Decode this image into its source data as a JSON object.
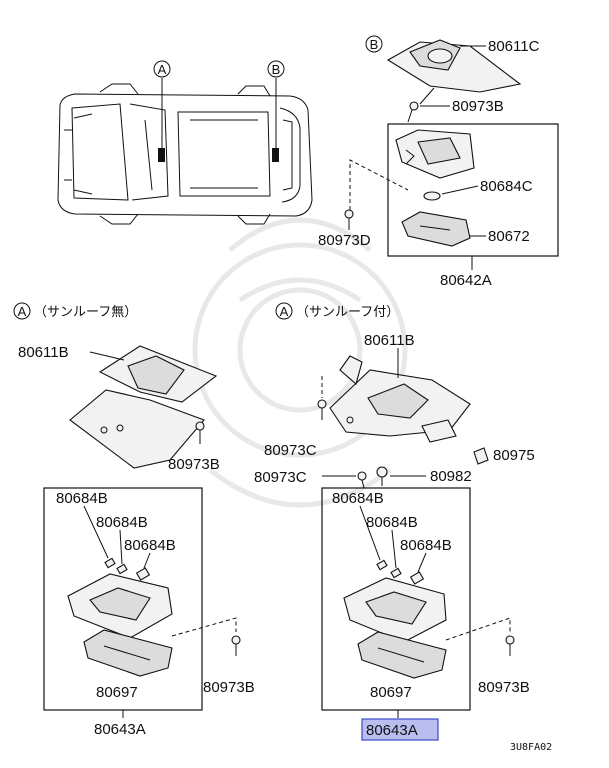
{
  "markers": {
    "a": "A",
    "b": "B"
  },
  "section_labels": {
    "no_sunroof": "（サンルーフ無）",
    "with_sunroof": "（サンルーフ付）"
  },
  "top_right": {
    "housing": "80611C",
    "screw": "80973B",
    "bulb": "80684C",
    "lens": "80672",
    "screw_left": "80973D",
    "assembly": "80642A"
  },
  "left_group": {
    "bracket": "80611B",
    "screw_bracket": "80973B",
    "bulbs": [
      "80684B",
      "80684B",
      "80684B"
    ],
    "lens": "80697",
    "screw_right": "80973B",
    "assembly": "80643A"
  },
  "right_group": {
    "bracket": "80611B",
    "screw_1": "80973C",
    "screw_2": "80973C",
    "clip_1": "80975",
    "clip_2": "80982",
    "bulbs": [
      "80684B",
      "80684B",
      "80684B"
    ],
    "lens": "80697",
    "screw_right": "80973B",
    "assembly": "80643A"
  },
  "highlight": {
    "part_number": "80643A",
    "fill": "#b9bdf0",
    "border": "#3d49c9"
  },
  "diagram_code": "3U8FA02"
}
